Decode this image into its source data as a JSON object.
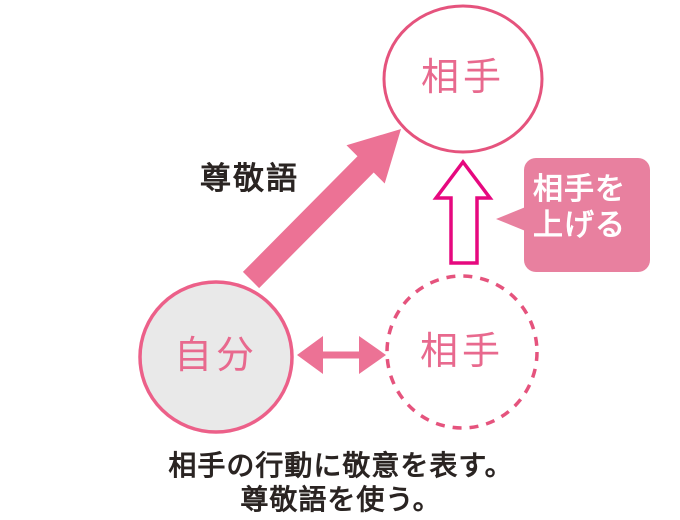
{
  "diagram": {
    "subject": "keigo-sonkeigo-relationship",
    "title_label": "尊敬語",
    "nodes": {
      "other_top": {
        "label": "相手",
        "style": "solid-outline-circle"
      },
      "self": {
        "label": "自分",
        "style": "gray-filled-circle"
      },
      "other_ghost": {
        "label": "相手",
        "style": "dashed-outline-circle"
      }
    },
    "callout": {
      "line1": "相手を",
      "line2": "上げる"
    },
    "caption": {
      "line1": "相手の行動に敬意を表す。",
      "line2": "尊敬語を使う。"
    },
    "colors": {
      "arrow_pink": "#ec7295",
      "outline_pink": "#e5537d",
      "self_outline_pink": "#ec6089",
      "deep_magenta": "#e6087f",
      "bubble_pink": "#e8809f",
      "node_gray_fill": "#e9e9e9",
      "node_text_pink": "#e8698e",
      "text_dark": "#2a2422",
      "background": "#ffffff"
    }
  }
}
